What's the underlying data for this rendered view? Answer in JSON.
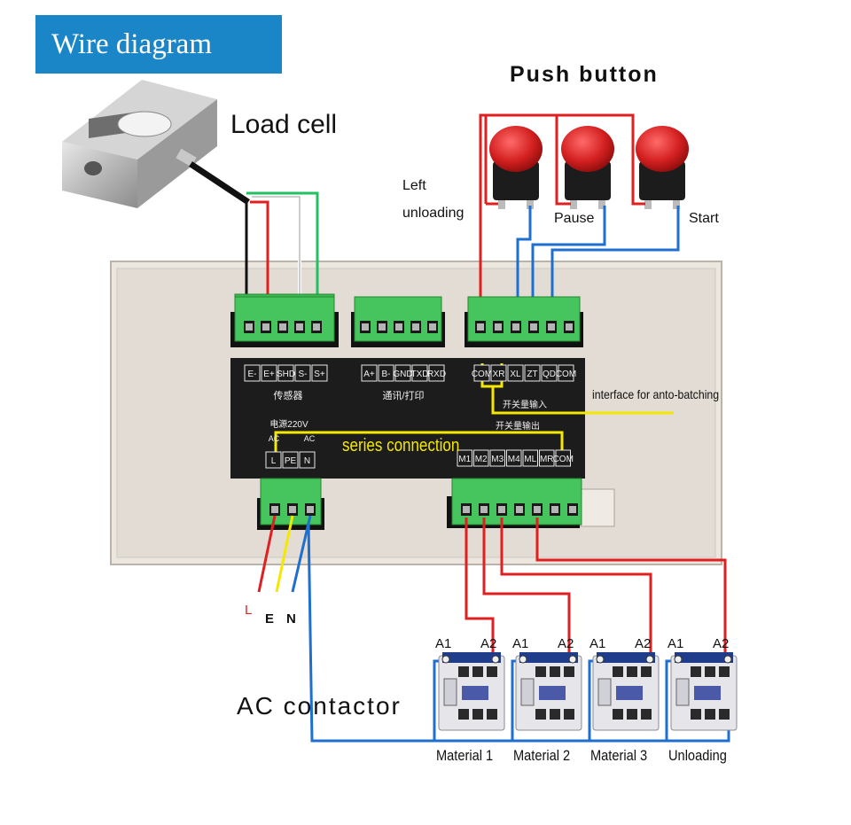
{
  "header": {
    "title": "Wire diagram"
  },
  "load_cell": {
    "label": "Load cell",
    "terminals": [
      "E-",
      "E+",
      "SHD",
      "S-",
      "S+"
    ],
    "group_label": "传感器"
  },
  "comm": {
    "terminals": [
      "A+",
      "B-",
      "GND",
      "TXD",
      "RXD"
    ],
    "group_label": "通讯/打印"
  },
  "switch_input": {
    "terminals": [
      "COM",
      "XR",
      "XL",
      "ZT",
      "QD",
      "COM"
    ],
    "group_label": "开关量输入",
    "note": "interface for anto-batching"
  },
  "push_button": {
    "label": "Push button",
    "buttons": [
      {
        "label": "Left\nunloading",
        "line1": "Left",
        "line2": "unloading"
      },
      {
        "label": "Pause"
      },
      {
        "label": "Start"
      }
    ]
  },
  "power": {
    "group_label": "电源220V",
    "terminals": [
      "L",
      "PE",
      "N"
    ],
    "ac_left": "AC",
    "ac_right": "AC",
    "series_note": "series connection",
    "wires": [
      "L",
      "E",
      "N"
    ]
  },
  "switch_output": {
    "group_label": "开关量输出",
    "terminals": [
      "M1",
      "M2",
      "M3",
      "M4",
      "ML",
      "MR",
      "COM"
    ]
  },
  "contactors": {
    "label": "AC contactor",
    "items": [
      {
        "a1": "A1",
        "a2": "A2",
        "name": "Material 1"
      },
      {
        "a1": "A1",
        "a2": "A2",
        "name": "Material 2"
      },
      {
        "a1": "A1",
        "a2": "A2",
        "name": "Material 3"
      },
      {
        "a1": "A1",
        "a2": "A2",
        "name": "Unloading"
      }
    ]
  },
  "colors": {
    "title_bg": "#1a86c8",
    "panel": "#e2dcd4",
    "terminal_green": "#3dbb55",
    "label_plate": "#1c1c1c",
    "wire_red": "#e02020",
    "wire_blue": "#1e6fd0",
    "wire_yellow": "#f5e800",
    "wire_green": "#22c060",
    "button_red": "#d42020"
  }
}
